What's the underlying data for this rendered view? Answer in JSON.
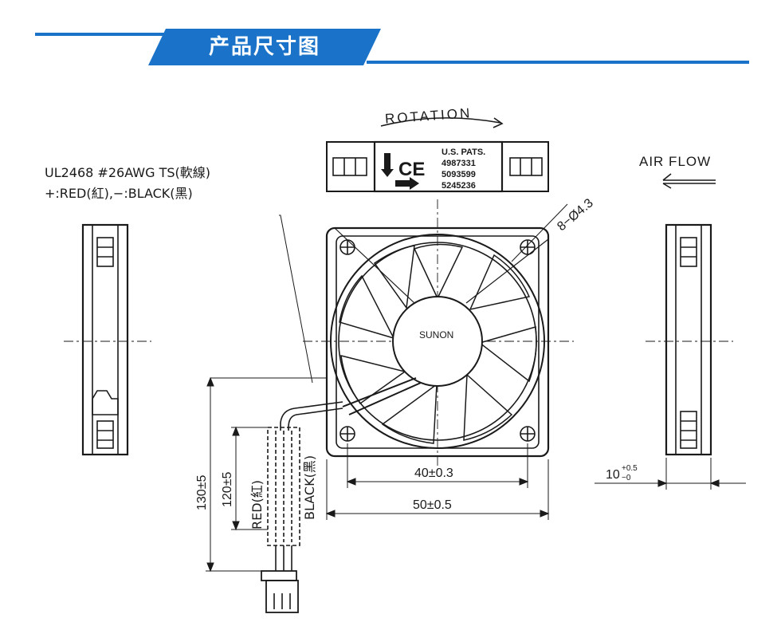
{
  "header": {
    "title": "产品尺寸图"
  },
  "labels": {
    "rotation": "ROTATION",
    "air_flow": "AIR FLOW",
    "cable_line1": "UL2468  #26AWG  TS(軟線)",
    "cable_line2": "+:RED(紅),−:BLACK(黑)",
    "hole_spec": "8−Ø4.3",
    "brand": "SUNON",
    "pats_title": "U.S. PATS.",
    "pat1": "4987331",
    "pat2": "5093599",
    "pat3": "5245236",
    "ce_mark": "CE",
    "dim_40": "40±0.3",
    "dim_50": "50±0.5",
    "dim_10": "10",
    "dim_10_tol_plus": "+0.5",
    "dim_10_tol_minus": "−0",
    "dim_130": "130±5",
    "dim_120": "120±5",
    "wire_red": "RED(紅)",
    "wire_black": "BLACK(黑)"
  },
  "colors": {
    "accent": "#1a73c8",
    "line": "#1a1a1a"
  }
}
